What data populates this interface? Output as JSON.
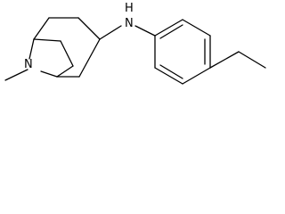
{
  "molecule": {
    "atoms": [
      {
        "id": "N_bridge",
        "label": "N"
      },
      {
        "id": "N_amine",
        "label": "H\nN"
      }
    ],
    "colors": {
      "bond": "#000000",
      "label": "#000000",
      "background": "#ffffff"
    }
  }
}
